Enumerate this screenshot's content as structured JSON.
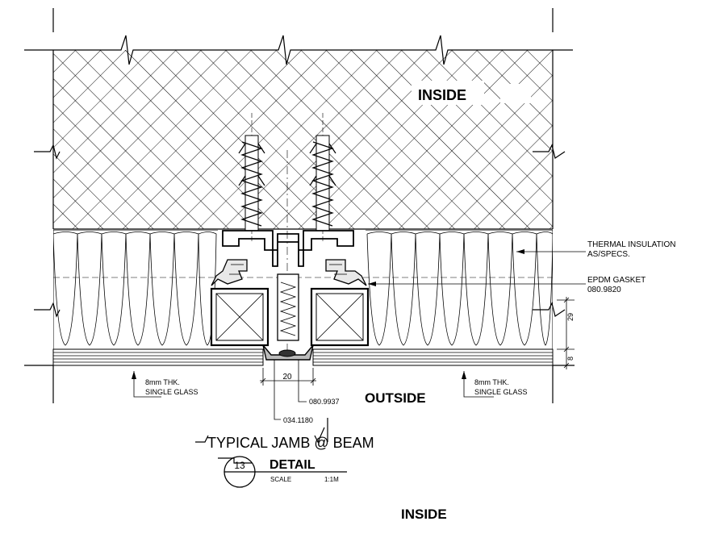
{
  "labels": {
    "inside_top": "INSIDE",
    "outside": "OUTSIDE",
    "inside_bottom": "INSIDE",
    "thermal_line1": "THERMAL INSULATION",
    "thermal_line2": "AS/SPECS.",
    "epdm_line1": "EPDM GASKET",
    "epdm_line2": "080.9820",
    "glass_left_line1": "8mm THK.",
    "glass_left_line2": "SINGLE GLASS",
    "glass_right_line1": "8mm THK.",
    "glass_right_line2": "SINGLE GLASS",
    "code_080_9937": "080.9937",
    "code_034_1180": "034.1180"
  },
  "dimensions": {
    "width_20": "20",
    "height_29": "29",
    "height_8": "8"
  },
  "title_block": {
    "title": "TYPICAL JAMB @ BEAM",
    "detail_number": "13",
    "detail_word": "DETAIL",
    "scale_label": "SCALE",
    "scale_value": "1:1M"
  }
}
